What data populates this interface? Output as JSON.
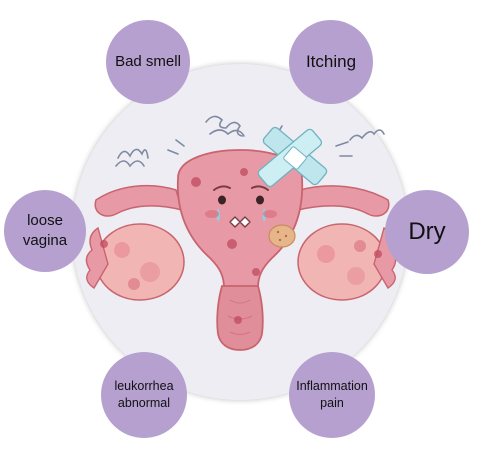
{
  "symptoms": {
    "bad_smell": "Bad smell",
    "itching": "Itching",
    "loose_line1": "loose",
    "loose_line2": "vagina",
    "dry": "Dry",
    "leukorrhea_line1": "leukorrhea",
    "leukorrhea_line2": "abnormal",
    "inflammation_line1": "Inflammation",
    "inflammation_line2": "pain"
  },
  "colors": {
    "bubble": "#b5a0cf",
    "disc": "#ededf3",
    "uterus": "#e79aa5",
    "uterus_dark": "#c9646f",
    "bandage": "#bfe6ec"
  },
  "icons": [
    "sad-uterus-illustration",
    "bandage-icon",
    "scribble-icon",
    "bruise-mark-icon"
  ]
}
